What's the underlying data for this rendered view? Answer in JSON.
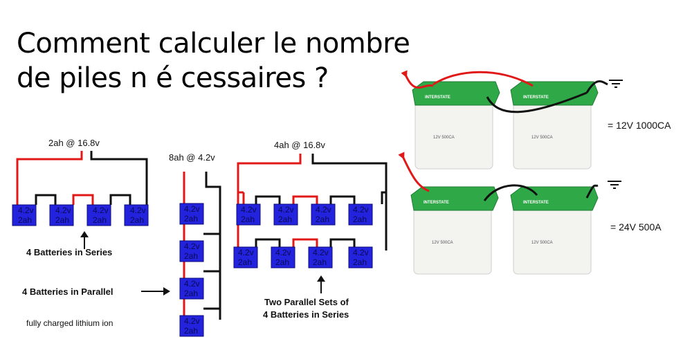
{
  "title": {
    "line1": "Comment calculer le nombre",
    "line2": "de piles n é cessaires ?"
  },
  "cell": {
    "voltage": "4.2v",
    "capacity": "2ah"
  },
  "series": {
    "rating": "2ah @ 16.8v",
    "caption": "4 Batteries in Series"
  },
  "parallel": {
    "rating": "8ah @ 4.2v",
    "caption": "4 Batteries in Parallel"
  },
  "series_parallel": {
    "rating": "4ah @ 16.8v",
    "caption_line1": "Two Parallel Sets of",
    "caption_line2": "4 Batteries in Series"
  },
  "footnote": "fully charged lithium ion",
  "car_batteries": {
    "brand": "INTERSTATE",
    "model": "12V 500CA",
    "parallel_result": "= 12V 1000CA",
    "series_result": "= 24V 500A"
  },
  "colors": {
    "cell_fill": "#2323dd",
    "positive_wire": "#e01818",
    "negative_wire": "#111111",
    "battery_lid": "#2fa847",
    "arrow": "#e01818"
  },
  "icons": [
    "ground-symbol-icon",
    "arrow-up-icon",
    "arrow-right-icon"
  ]
}
